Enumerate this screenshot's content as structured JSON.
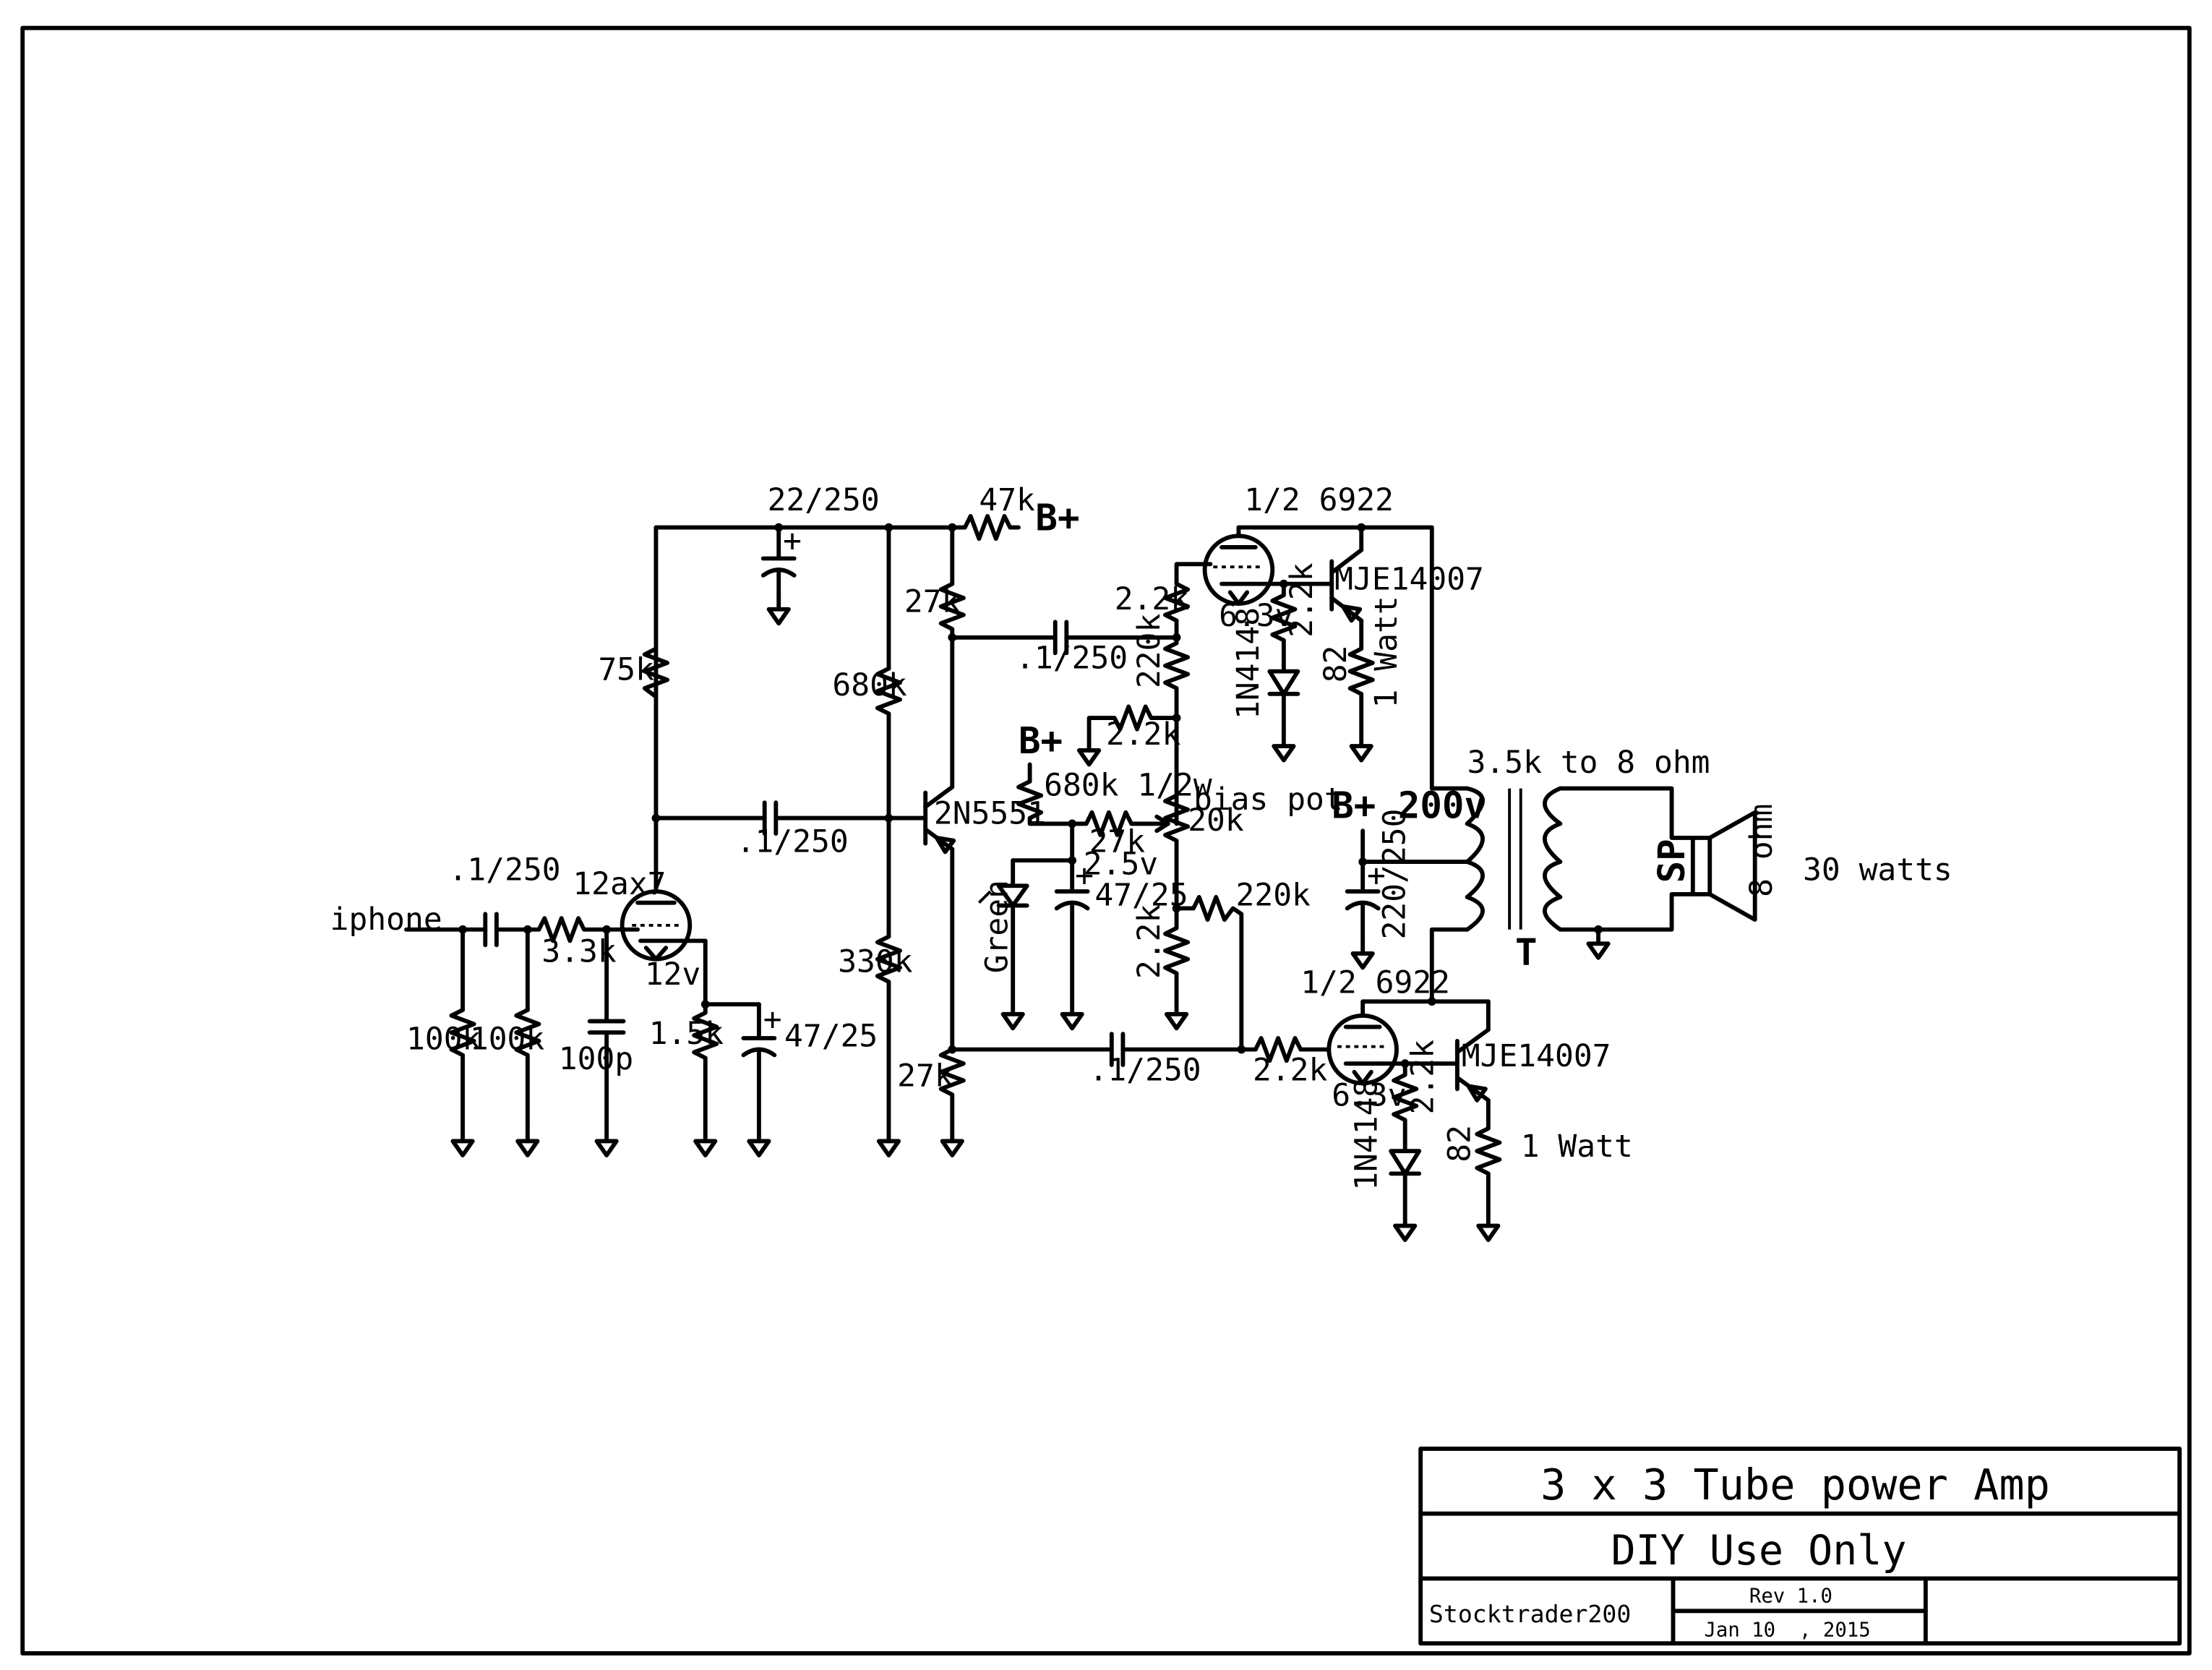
{
  "title_block": {
    "title": "3 x 3 Tube power Amp",
    "subtitle": "DIY Use Only",
    "author": "Stocktrader200",
    "revision": "Rev 1.0",
    "date": "Jan 10  , 2015"
  },
  "labels": {
    "input": "iphone",
    "c_in": ".1/250",
    "r_in1": "100k",
    "r_in2": "100k",
    "r_grid": "3.3k",
    "c_grid": "100p",
    "tube1": "12ax7",
    "tube1_heater": "12v",
    "r_cathode1": "1.5k",
    "c_cathode1": "47/25",
    "r_plate1": "75k",
    "c_filter": "22/250",
    "c_couple1": ".1/250",
    "r_bias_hi": "680k",
    "r_bias_lo": "330k",
    "transistor1": "2N5551",
    "r_dropper": "47k",
    "bplus_top": "B+",
    "r_col": "27k",
    "r_emit": "27k",
    "c_couple_top": ".1/250",
    "c_couple_bot": ".1/250",
    "r_grid_top": "2.2k",
    "r_220_top": "220k",
    "r_2k2_mid": "2.2k",
    "bplus_mid": "B+",
    "r_680_half": "680k 1/2w",
    "r_27_mid": "27k",
    "v_ref": "2.5v",
    "c_led": "47/25",
    "led": "Green",
    "bias_pot": "bias pot",
    "bias_pot_val": "20k",
    "r_220_bot": "220k",
    "r_2k2_bot": "2.2k",
    "r_grid_bot": "2.2k",
    "tube_top": "1/2 6922",
    "tube_top_heater": "6.3v",
    "tube_bot": "1/2 6922",
    "tube_bot_heater": "6.3v",
    "r_k_top": "2.2k",
    "r_k_bot": "2.2k",
    "diode_top": "1N4148",
    "diode_bot": "1N4148",
    "mje_top": "MJE14007",
    "mje_bot": "MJE14007",
    "r_82_top": "82",
    "r_82_bot": "82",
    "watt_top": "1 Watt",
    "watt_bot": "1 Watt",
    "transformer_ratio": "3.5k to 8 ohm",
    "transformer": "T",
    "bplus_supply": "B+ 200v",
    "c_supply": "220/250",
    "speaker": "SP",
    "speaker_ohm": "8 ohm",
    "power": "30 watts"
  }
}
